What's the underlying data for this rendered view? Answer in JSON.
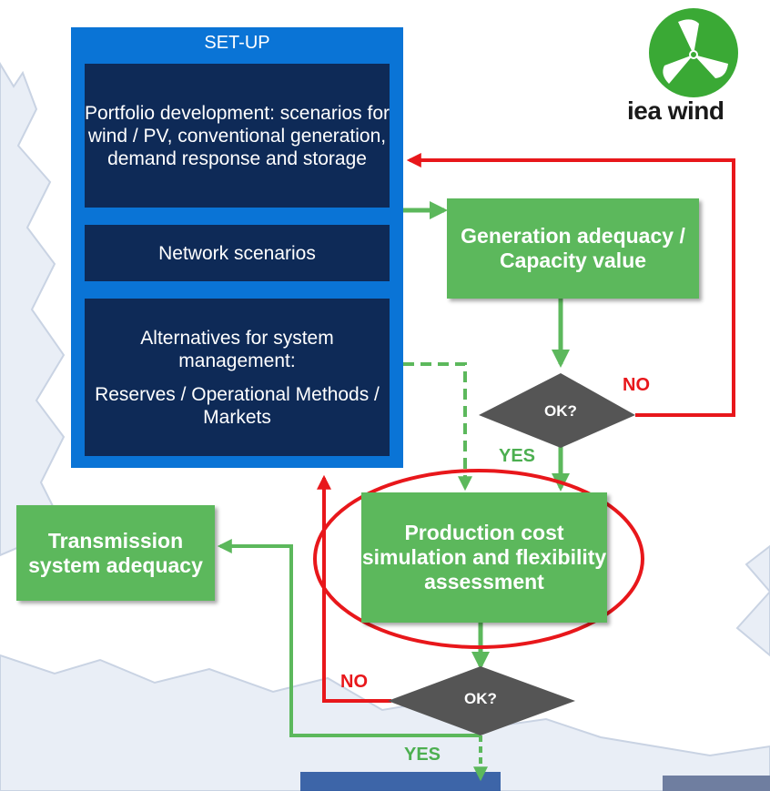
{
  "setup": {
    "title": "SET-UP",
    "portfolio": "Portfolio development: scenarios for wind / PV, conventional generation, demand response and storage",
    "network": "Network scenarios",
    "alternatives_line1": "Alternatives for system management:",
    "alternatives_line2": "Reserves / Operational Methods / Markets"
  },
  "nodes": {
    "generation_adequacy": "Generation adequacy / Capacity value",
    "production_cost": "Production cost simulation and flexibility assessment",
    "transmission": "Transmission system adequacy"
  },
  "decisions": {
    "ok_top": "OK?",
    "ok_bottom": "OK?",
    "no_top": "NO",
    "yes_top": "YES",
    "no_bottom": "NO",
    "yes_bottom": "YES"
  },
  "logo": {
    "text": "iea wind",
    "icon": "wind-turbine-icon"
  },
  "colors": {
    "setup_blue": "#0a74d6",
    "navy": "#0e2a57",
    "green": "#5cb85c",
    "red": "#e8171b",
    "decision_gray": "#555555"
  }
}
